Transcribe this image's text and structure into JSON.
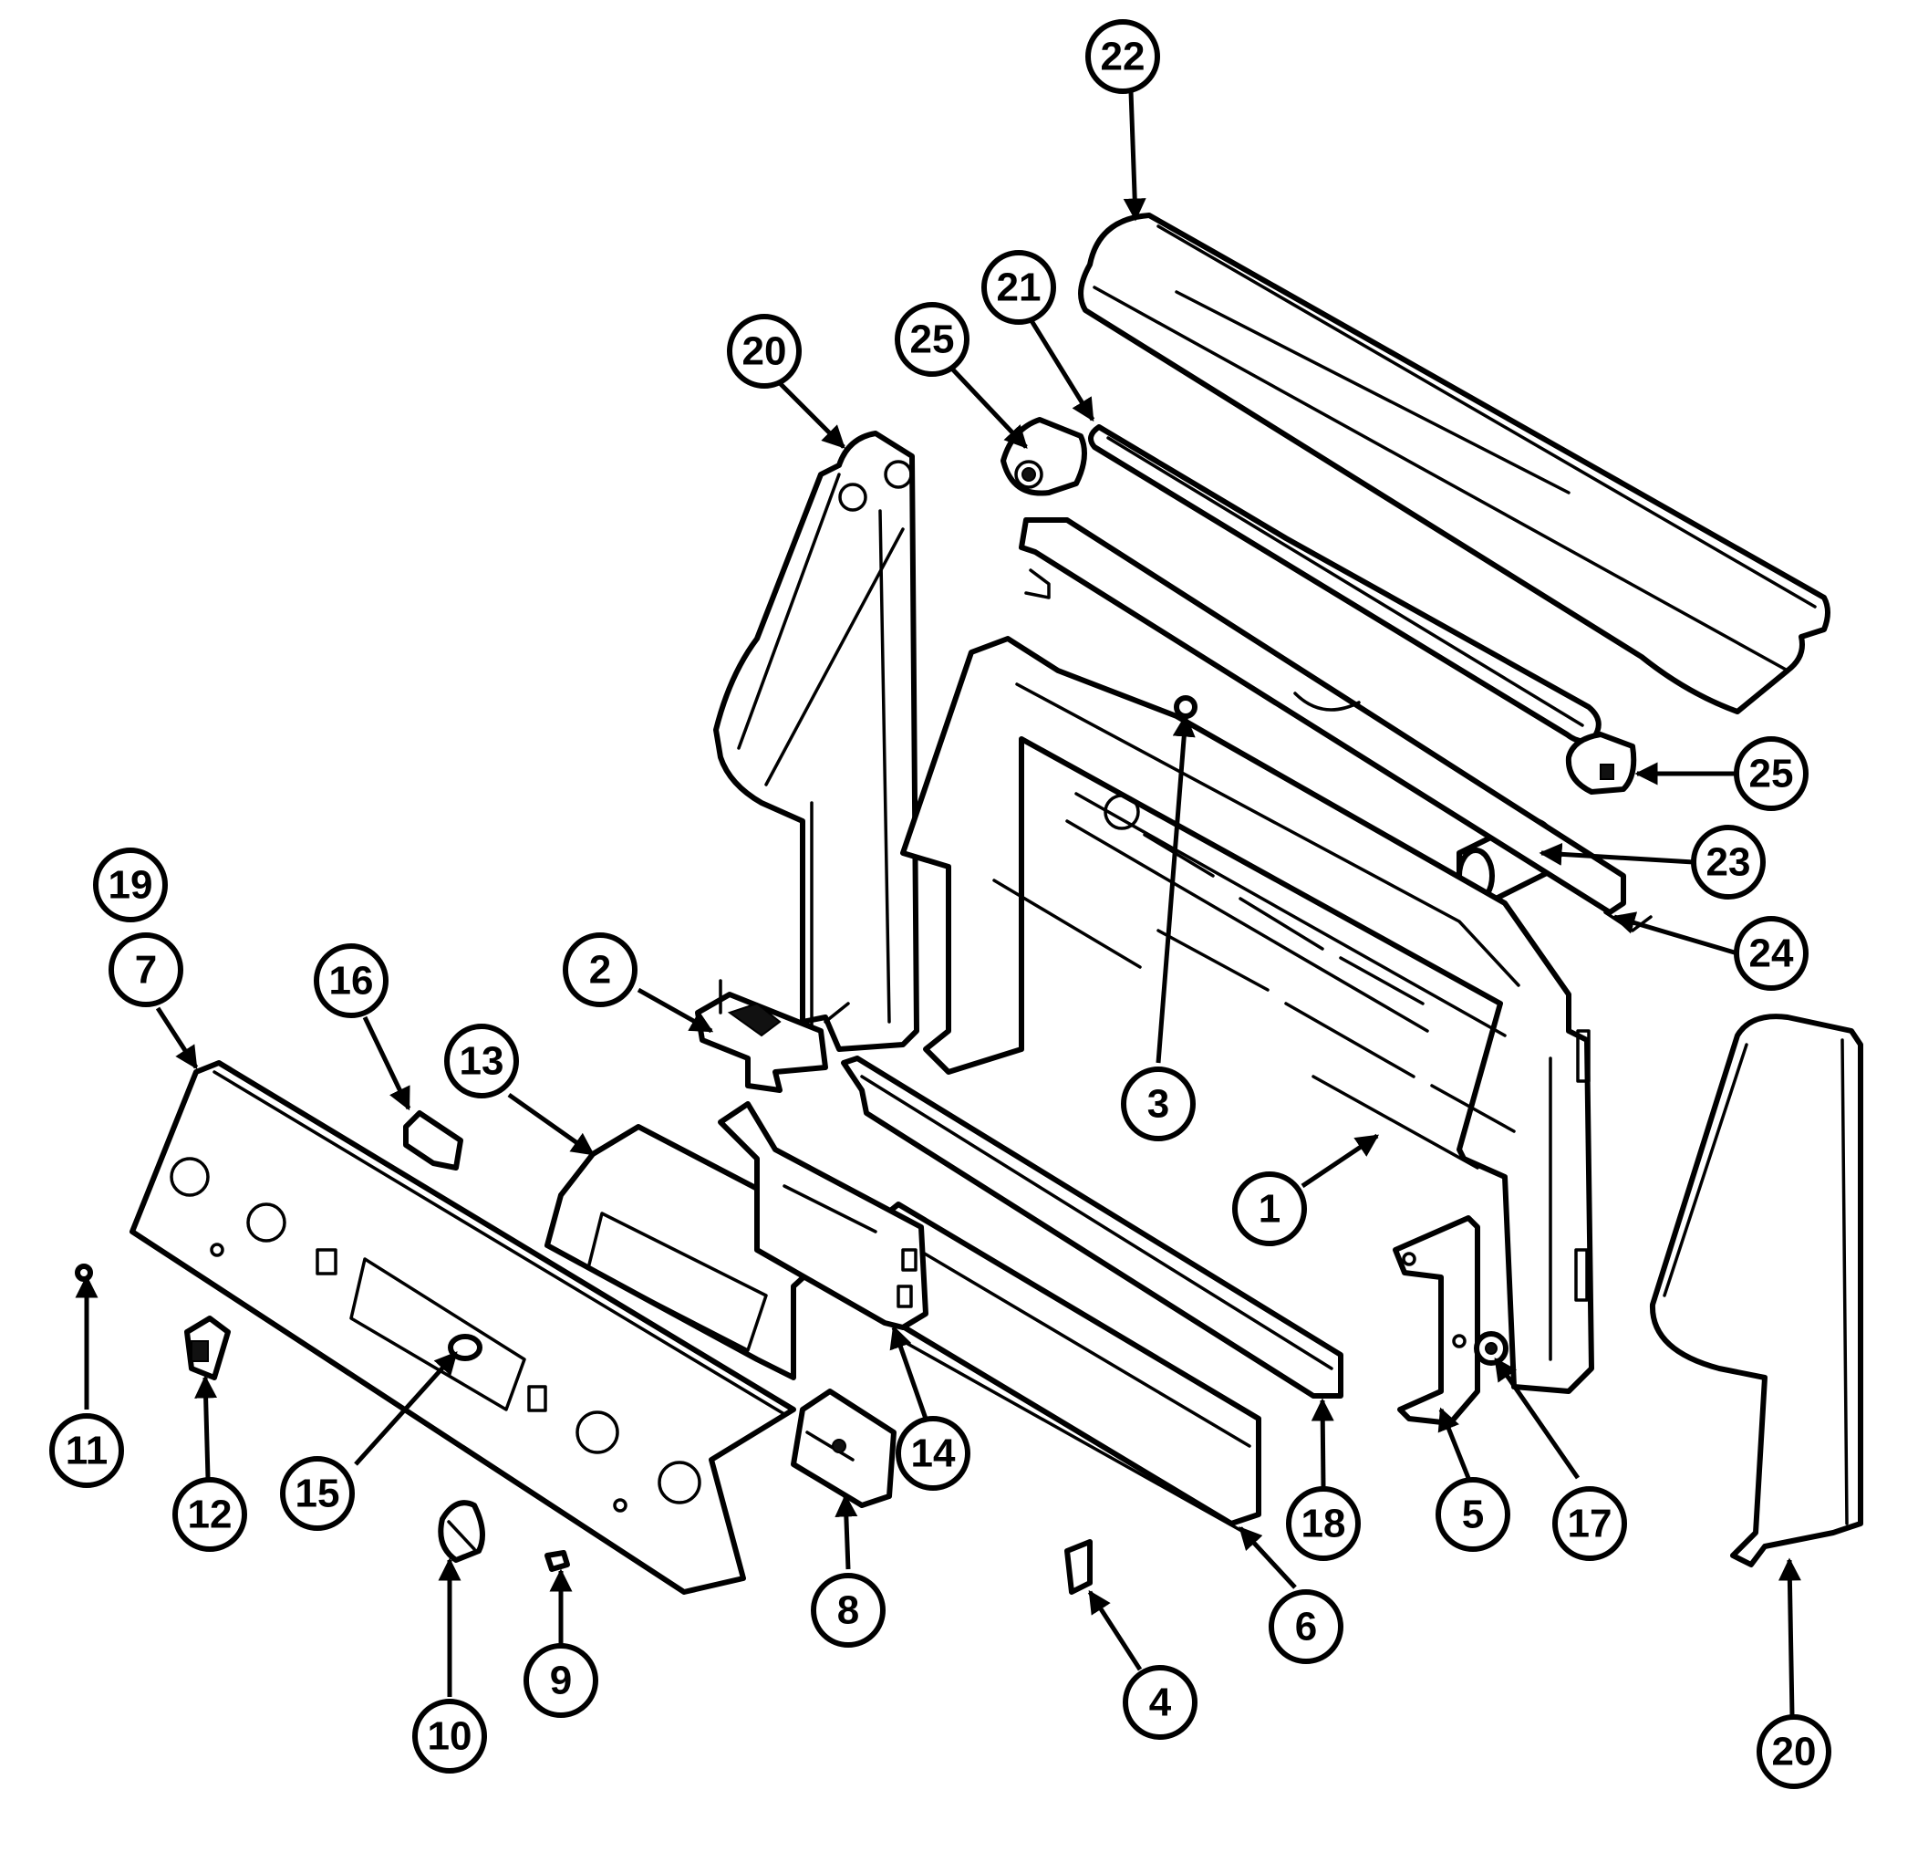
{
  "callouts": [
    {
      "label": "22"
    },
    {
      "label": "21"
    },
    {
      "label": "25"
    },
    {
      "label": "20"
    },
    {
      "label": "25"
    },
    {
      "label": "23"
    },
    {
      "label": "24"
    },
    {
      "label": "19"
    },
    {
      "label": "7"
    },
    {
      "label": "2"
    },
    {
      "label": "16"
    },
    {
      "label": "13"
    },
    {
      "label": "3"
    },
    {
      "label": "1"
    },
    {
      "label": "11"
    },
    {
      "label": "12"
    },
    {
      "label": "15"
    },
    {
      "label": "14"
    },
    {
      "label": "18"
    },
    {
      "label": "5"
    },
    {
      "label": "17"
    },
    {
      "label": "8"
    },
    {
      "label": "6"
    },
    {
      "label": "9"
    },
    {
      "label": "10"
    },
    {
      "label": "4"
    },
    {
      "label": "20"
    }
  ]
}
